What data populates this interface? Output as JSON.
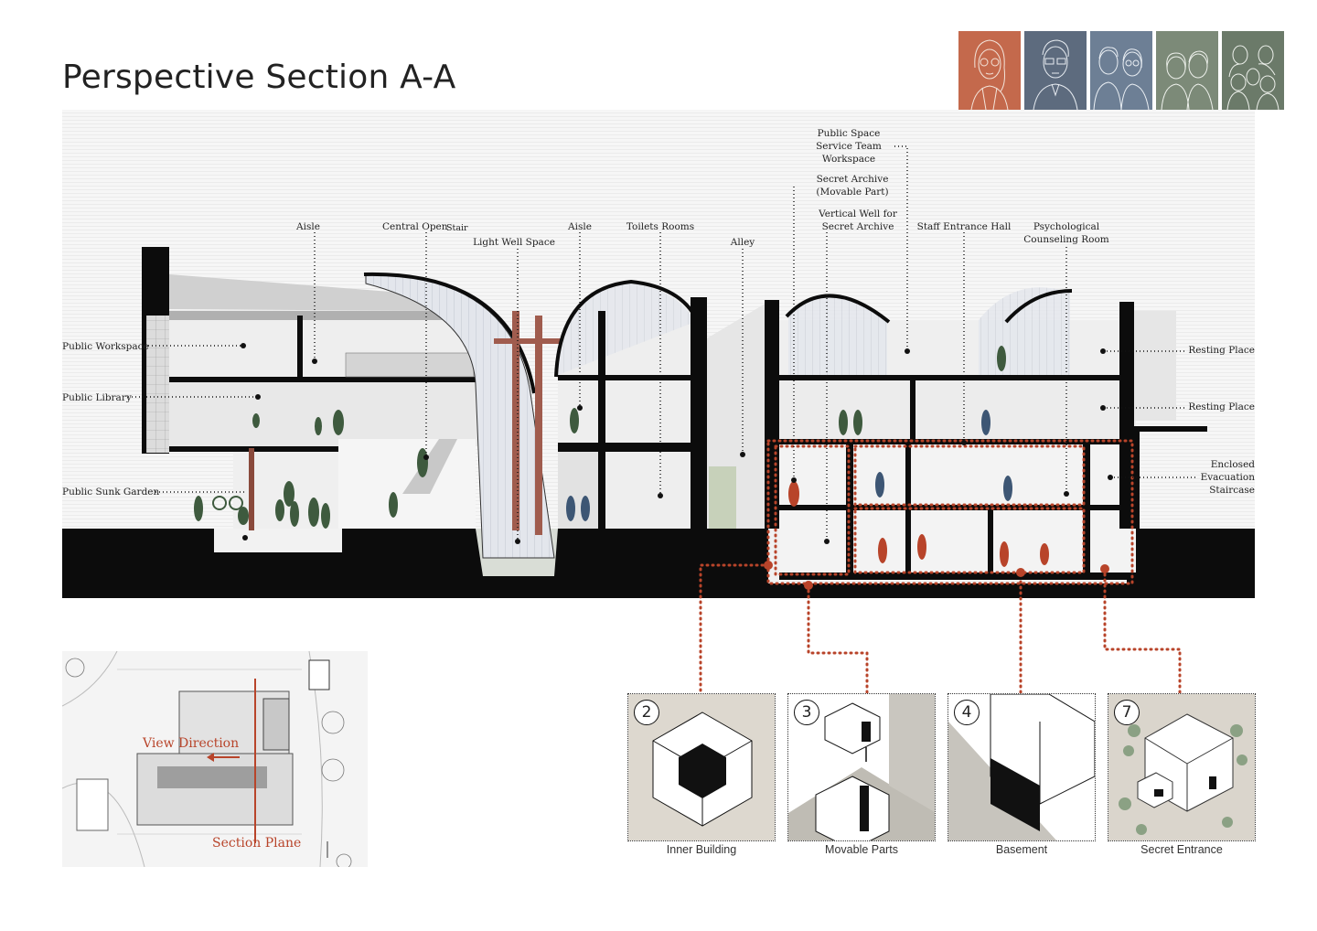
{
  "title": "Perspective Section A-A",
  "colors": {
    "accent_red": "#b8442a",
    "figure_green": "#3e5a3e",
    "figure_blue": "#3d5674",
    "portrait_1": "#c4694c",
    "portrait_2": "#5d6b7e",
    "portrait_3": "#6d7f95",
    "portrait_4": "#7c8a78",
    "portrait_5": "#6b7a69"
  },
  "portraits": [
    "portrait-woman-icon",
    "portrait-man-icon",
    "portrait-couple-icon",
    "portrait-pair-icon",
    "portrait-family-icon"
  ],
  "labels": {
    "public_space": "Public Space",
    "service_team": "Service Team",
    "workspace": "Workspace",
    "secret_archive": "Secret Archive",
    "movable_part": "(Movable Part)",
    "vertical_well_1": "Vertical Well for",
    "vertical_well_2": "Secret Archive",
    "aisle_left": "Aisle",
    "central_open": "Central Open",
    "stair": "Stair",
    "light_well": "Light Well Space",
    "aisle_right": "Aisle",
    "toilets": "Toilets Rooms",
    "alley": "Alley",
    "staff_entrance": "Staff  Entrance Hall",
    "psych_1": "Psychological",
    "psych_2": "Counseling Room",
    "public_workspace": "Public Workspace",
    "public_library": "Public Library",
    "public_sunk_garden": "Public Sunk Garden",
    "resting_place_1": "Resting Place",
    "resting_place_2": "Resting Place",
    "enclosed_1": "Enclosed",
    "enclosed_2": "Evacuation",
    "enclosed_3": "Staircase"
  },
  "plan": {
    "view_direction": "View Direction",
    "section_plane": "Section Plane"
  },
  "cards": [
    {
      "num": "2",
      "caption": "Inner Building"
    },
    {
      "num": "3",
      "caption": "Movable Parts"
    },
    {
      "num": "4",
      "caption": "Basement"
    },
    {
      "num": "7",
      "caption": "Secret Entrance"
    }
  ]
}
